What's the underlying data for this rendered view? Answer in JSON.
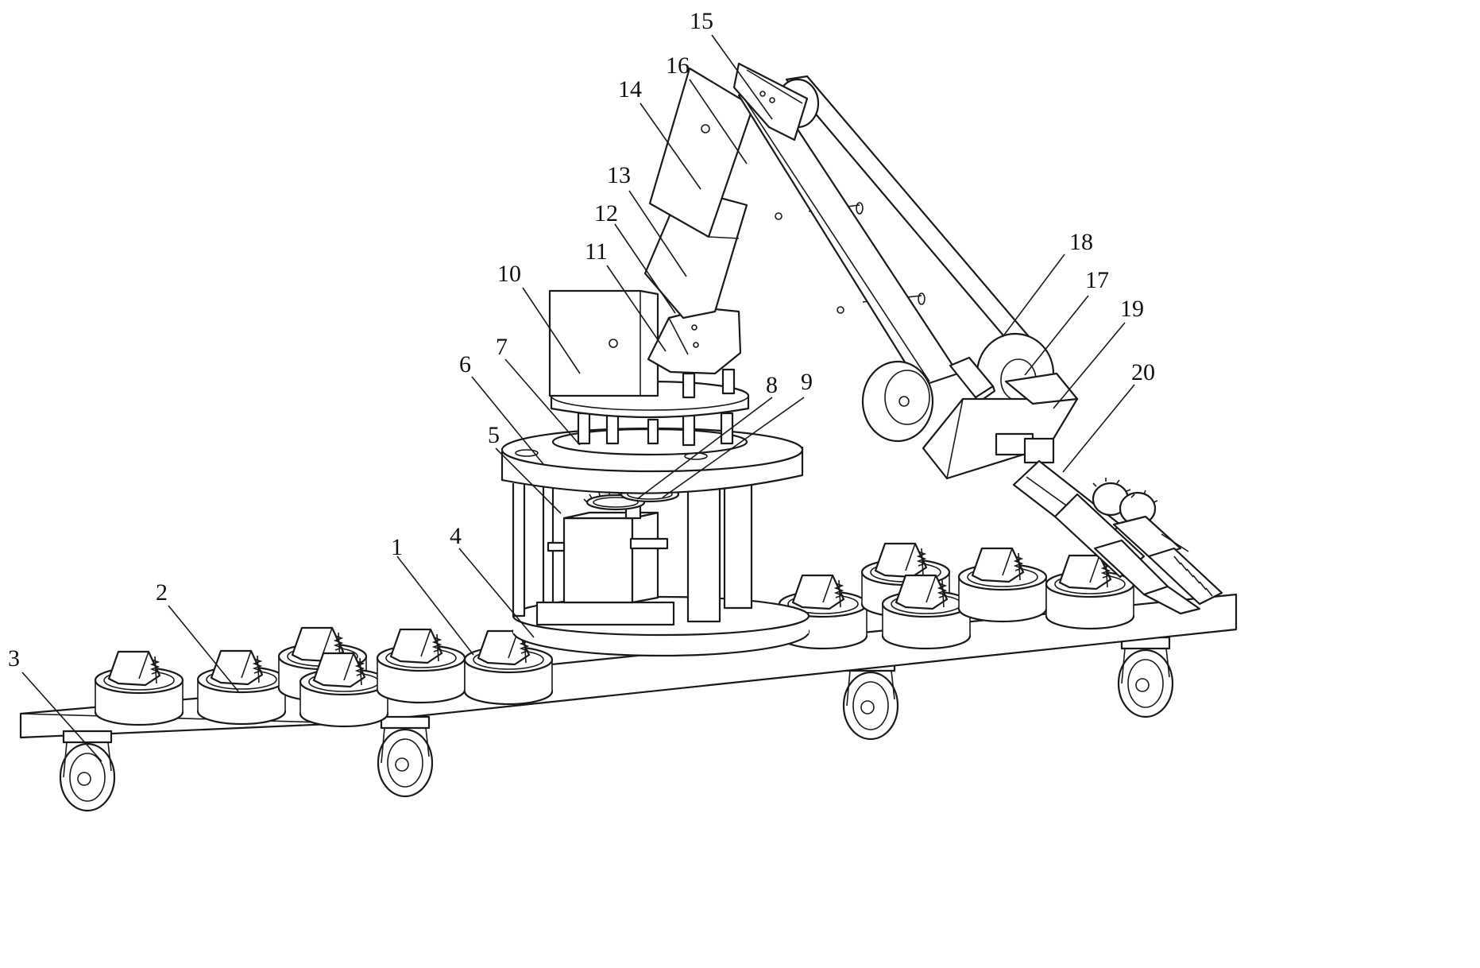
{
  "figure": {
    "callouts": [
      {
        "id": "c1",
        "text": "1"
      },
      {
        "id": "c2",
        "text": "2"
      },
      {
        "id": "c3",
        "text": "3"
      },
      {
        "id": "c4",
        "text": "4"
      },
      {
        "id": "c5",
        "text": "5"
      },
      {
        "id": "c6",
        "text": "6"
      },
      {
        "id": "c7",
        "text": "7"
      },
      {
        "id": "c8",
        "text": "8"
      },
      {
        "id": "c9",
        "text": "9"
      },
      {
        "id": "c10",
        "text": "10"
      },
      {
        "id": "c11",
        "text": "11"
      },
      {
        "id": "c12",
        "text": "12"
      },
      {
        "id": "c13",
        "text": "13"
      },
      {
        "id": "c14",
        "text": "14"
      },
      {
        "id": "c15",
        "text": "15"
      },
      {
        "id": "c16",
        "text": "16"
      },
      {
        "id": "c17",
        "text": "17"
      },
      {
        "id": "c18",
        "text": "18"
      },
      {
        "id": "c19",
        "text": "19"
      },
      {
        "id": "c20",
        "text": "20"
      }
    ]
  }
}
